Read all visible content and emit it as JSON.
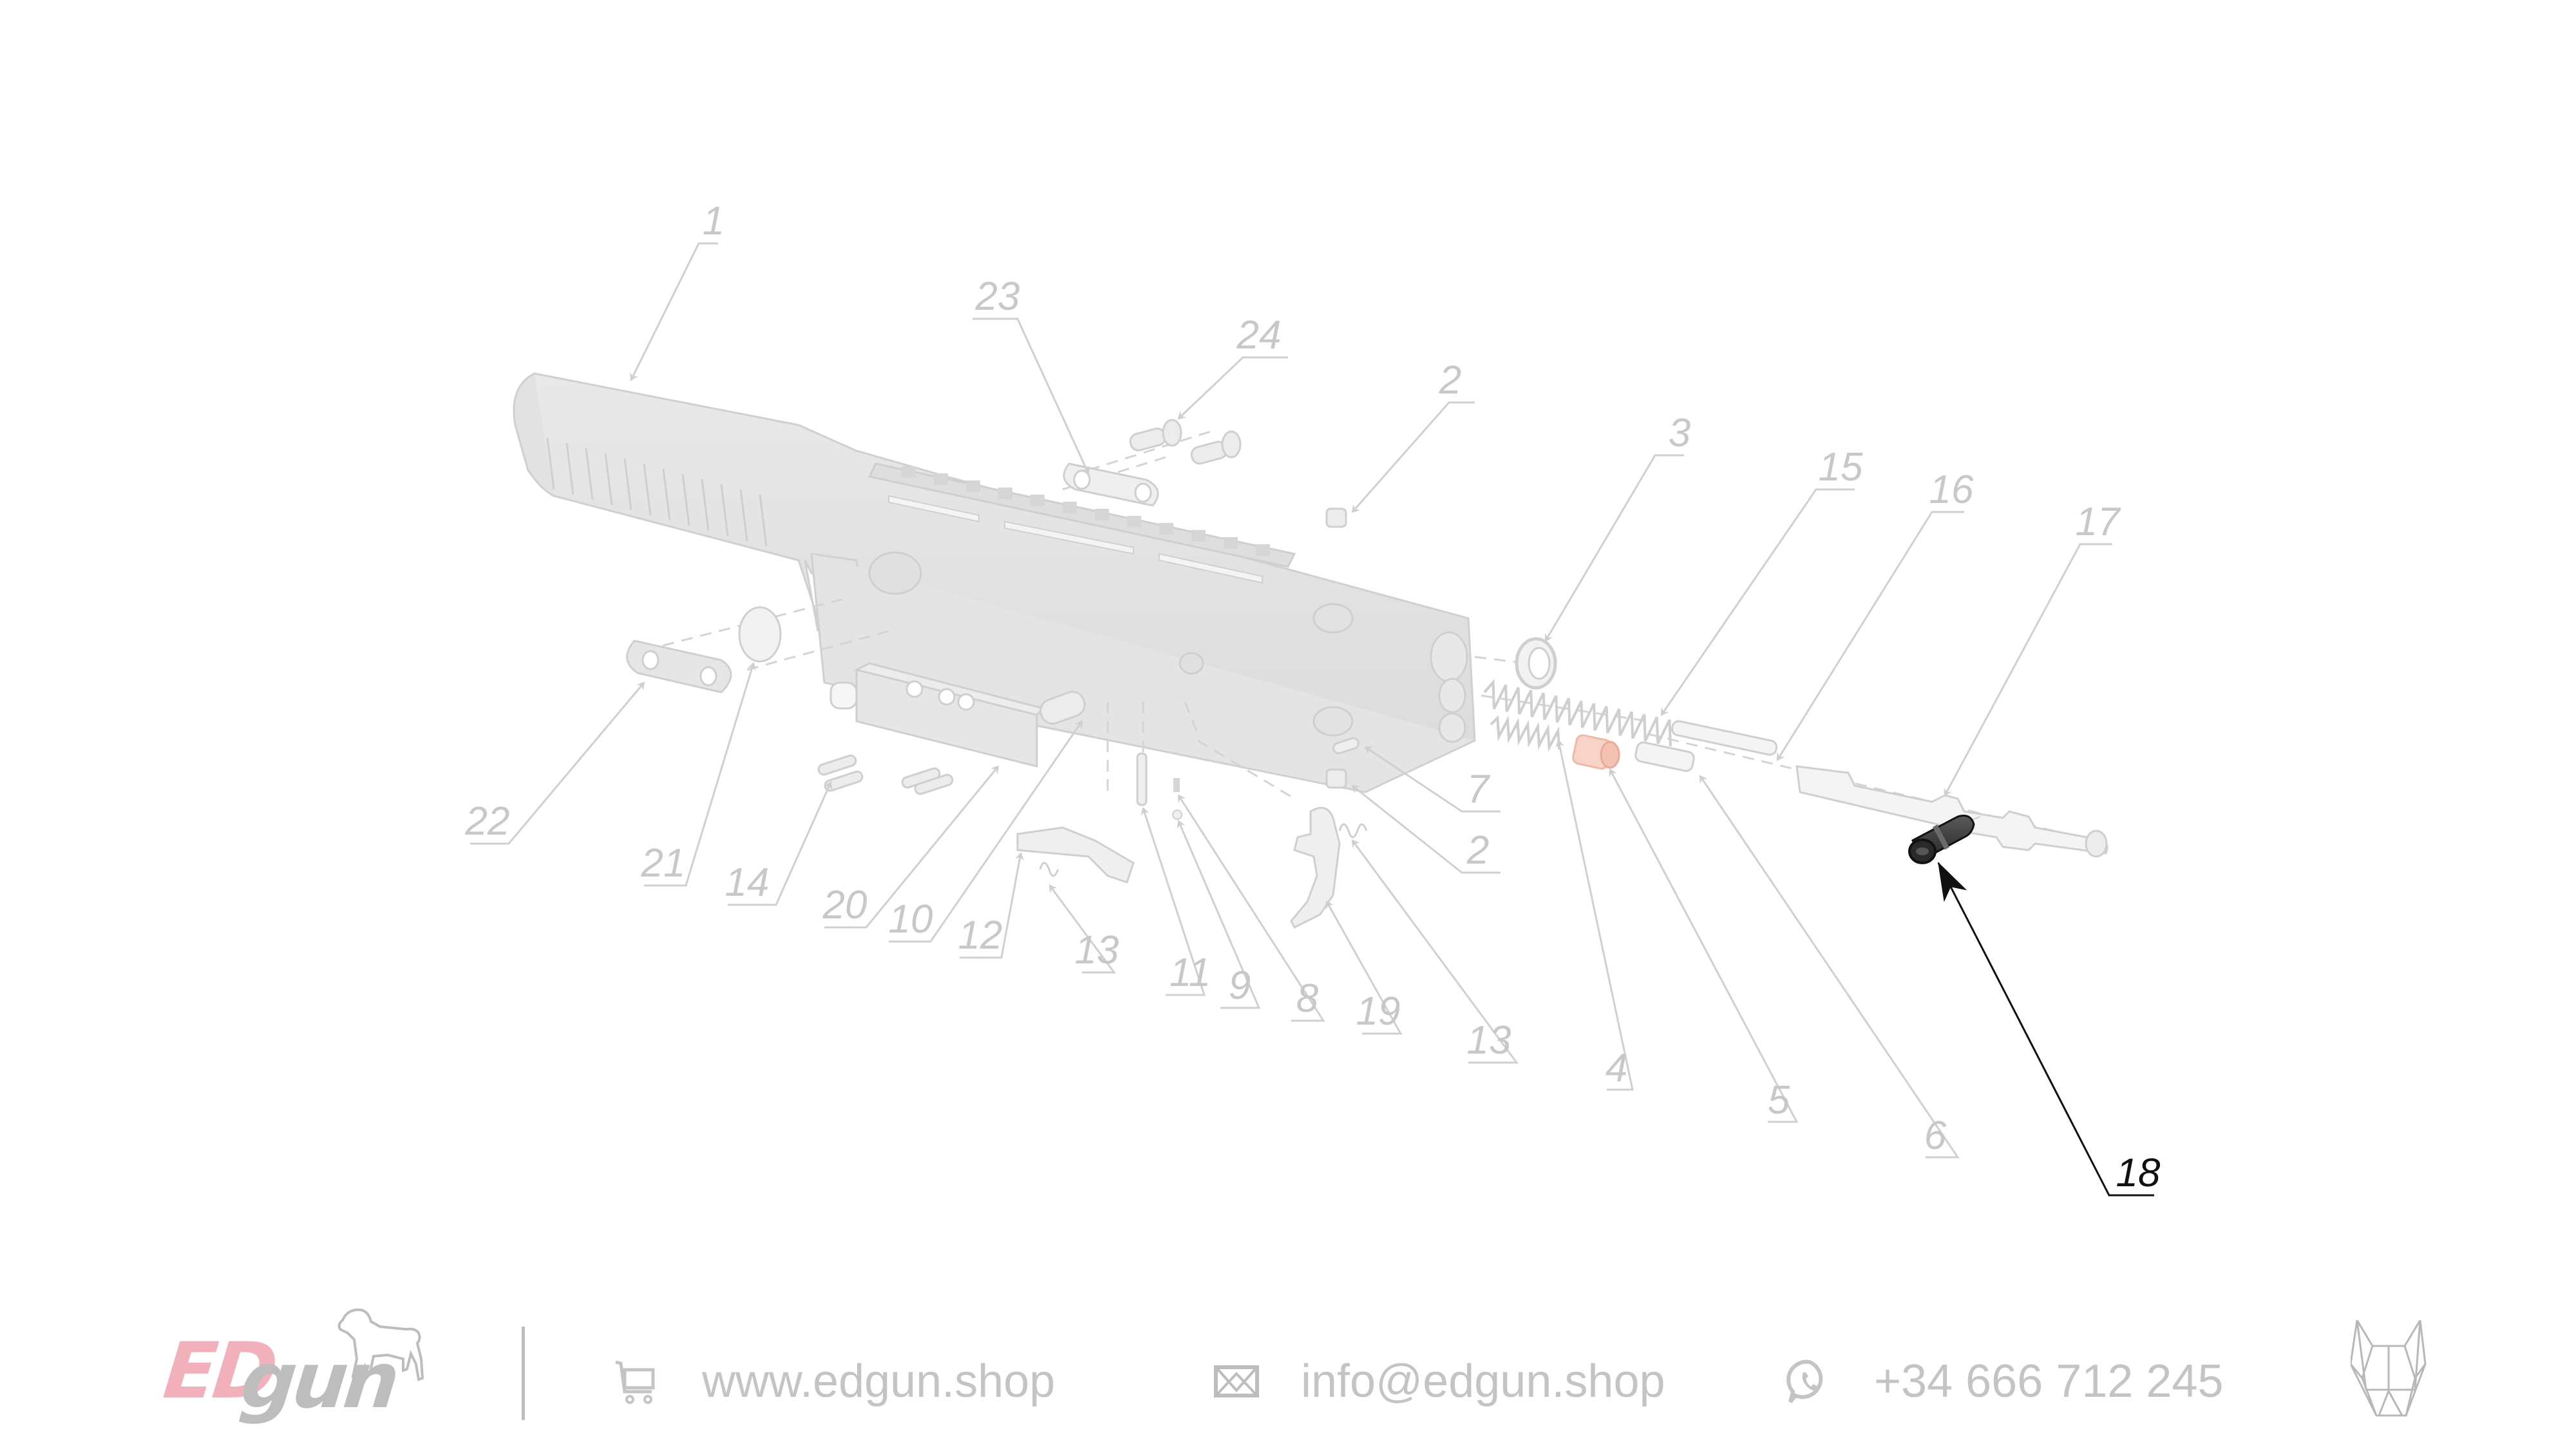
{
  "diagram": {
    "title": "Exploded parts diagram",
    "highlighted_part": "18",
    "colors": {
      "inactive_label": "#c8c8c8",
      "active_label": "#111111",
      "part_fill": "#e6e6e6",
      "part_stroke": "#cfcfcf",
      "highlighted_part_fill": "#3c3c3c",
      "accent_part_fill": "#f7d3c8"
    },
    "labels": [
      {
        "id": "1",
        "text": "1"
      },
      {
        "id": "23",
        "text": "23"
      },
      {
        "id": "24",
        "text": "24"
      },
      {
        "id": "2a",
        "text": "2"
      },
      {
        "id": "3",
        "text": "3"
      },
      {
        "id": "15",
        "text": "15"
      },
      {
        "id": "16",
        "text": "16"
      },
      {
        "id": "17",
        "text": "17"
      },
      {
        "id": "7",
        "text": "7"
      },
      {
        "id": "2b",
        "text": "2"
      },
      {
        "id": "22",
        "text": "22"
      },
      {
        "id": "21",
        "text": "21"
      },
      {
        "id": "14",
        "text": "14"
      },
      {
        "id": "20",
        "text": "20"
      },
      {
        "id": "10",
        "text": "10"
      },
      {
        "id": "12",
        "text": "12"
      },
      {
        "id": "13a",
        "text": "13"
      },
      {
        "id": "11",
        "text": "11"
      },
      {
        "id": "9",
        "text": "9"
      },
      {
        "id": "8",
        "text": "8"
      },
      {
        "id": "19",
        "text": "19"
      },
      {
        "id": "13b",
        "text": "13"
      },
      {
        "id": "4",
        "text": "4"
      },
      {
        "id": "5",
        "text": "5"
      },
      {
        "id": "6",
        "text": "6"
      },
      {
        "id": "18",
        "text": "18"
      }
    ]
  },
  "footer": {
    "logo": {
      "brand_part1": "ED",
      "brand_part2": "gun",
      "mascot_icon": "dog-icon"
    },
    "contacts": [
      {
        "icon": "cart-icon",
        "text": "www.edgun.shop"
      },
      {
        "icon": "envelope-icon",
        "text": "info@edgun.shop"
      },
      {
        "icon": "whatsapp-icon",
        "text": "+34 666 712 245"
      }
    ],
    "secondary_logo_icon": "wolf-head-icon",
    "colors": {
      "brand_pink": "#f2b0ba",
      "brand_grey": "#bdbdbd",
      "text_grey": "#c4c4c4"
    }
  }
}
